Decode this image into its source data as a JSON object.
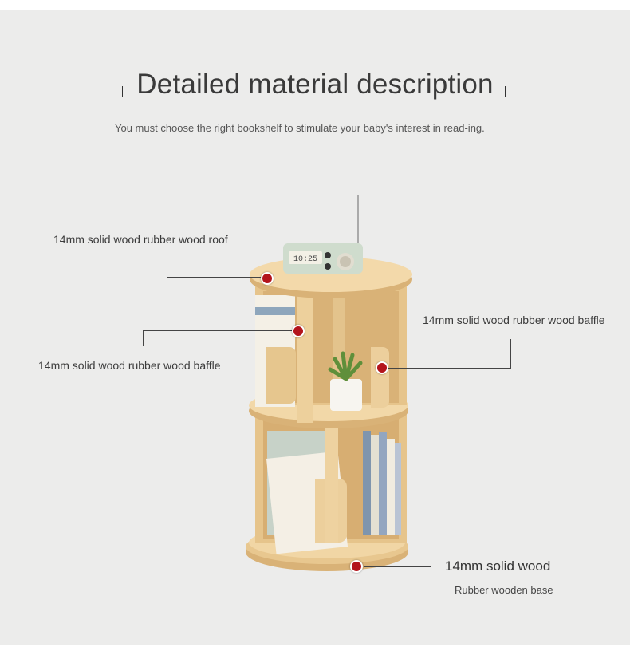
{
  "header": {
    "title": "Detailed material description",
    "subtitle": "You must choose the right bookshelf to stimulate your baby's interest in read-ing."
  },
  "callouts": {
    "roof": "14mm solid wood rubber wood roof",
    "baffle_left": "14mm solid wood rubber wood baffle",
    "baffle_right": "14mm solid wood rubber wood baffle",
    "base_title": "14mm solid wood",
    "base_sub": "Rubber wooden base"
  },
  "radio": {
    "display": "10:25"
  },
  "colors": {
    "marker": "#b3141c",
    "background": "#ececeb",
    "wood": "#e3bf86"
  }
}
